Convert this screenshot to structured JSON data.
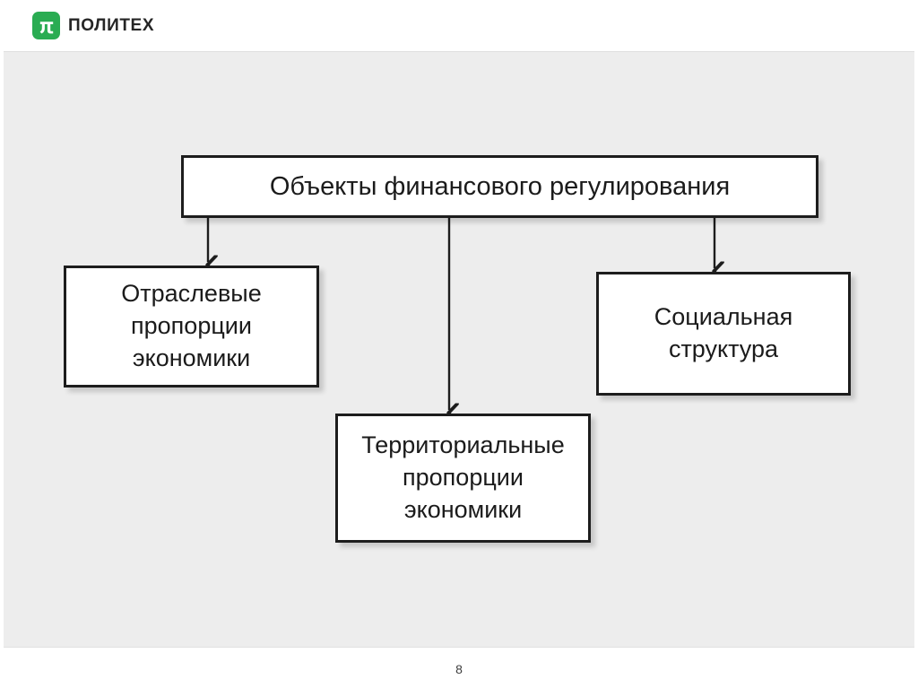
{
  "header": {
    "logo_icon": "pi-logo-icon",
    "brand_name": "ПОЛИТЕХ",
    "brand_color": "#2aac52"
  },
  "slide": {
    "background_color": "#ededed",
    "node_border_color": "#1d1d1d",
    "node_fill_color": "#ffffff",
    "diagram": {
      "root": {
        "label": "Объекты финансового регулирования"
      },
      "branches": [
        {
          "label": "Отраслевые\nпропорции\nэкономики"
        },
        {
          "label": "Территориальные\nпропорции\nэкономики"
        },
        {
          "label": "Социальная\nструктура"
        }
      ]
    }
  },
  "footer": {
    "page_number": "8"
  }
}
